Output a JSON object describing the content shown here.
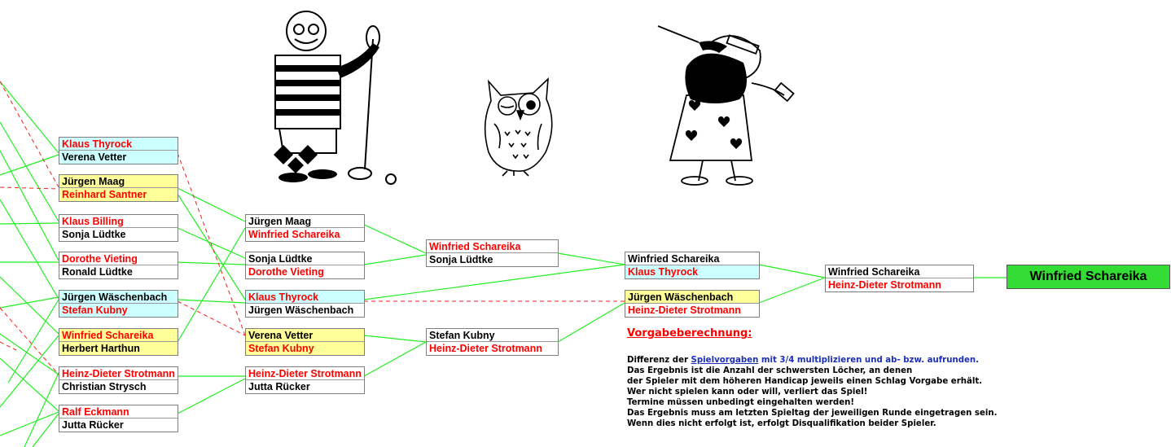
{
  "round1": [
    {
      "p1": "Klaus Thyrock",
      "p2": "Verena Vetter",
      "c1": "red",
      "c2": "blk",
      "bg": "cyan"
    },
    {
      "p1": "Jürgen Maag",
      "p2": "Reinhard Santner",
      "c1": "blk",
      "c2": "red",
      "bg": "yellow"
    },
    {
      "p1": "Klaus Billing",
      "p2": "Sonja Lüdtke",
      "c1": "red",
      "c2": "blk",
      "bg": "white"
    },
    {
      "p1": "Dorothe Vieting",
      "p2": "Ronald Lüdtke",
      "c1": "red",
      "c2": "blk",
      "bg": "white"
    },
    {
      "p1": "Jürgen Wäschenbach",
      "p2": "Stefan Kubny",
      "c1": "blk",
      "c2": "red",
      "bg": "cyan"
    },
    {
      "p1": "Winfried Schareika",
      "p2": "Herbert Harthun",
      "c1": "red",
      "c2": "blk",
      "bg": "yellow"
    },
    {
      "p1": "Heinz-Dieter Strotmann",
      "p2": "Christian Strysch",
      "c1": "red",
      "c2": "blk",
      "bg": "white"
    },
    {
      "p1": "Ralf Eckmann",
      "p2": "Jutta Rücker",
      "c1": "red",
      "c2": "blk",
      "bg": "white"
    }
  ],
  "round2": [
    {
      "p1": "Jürgen Maag",
      "p2": "Winfried Schareika",
      "c1": "blk",
      "c2": "red",
      "bg": "white"
    },
    {
      "p1": "Sonja Lüdtke",
      "p2": "Dorothe Vieting",
      "c1": "blk",
      "c2": "red",
      "bg": "white"
    },
    {
      "p1": "Klaus Thyrock",
      "p2": "Jürgen Wäschenbach",
      "c1": "red",
      "c2": "blk",
      "bg": "cyan"
    },
    {
      "p1": "Verena Vetter",
      "p2": "Stefan Kubny",
      "c1": "blk",
      "c2": "red",
      "bg": "yellow"
    },
    {
      "p1": "Heinz-Dieter Strotmann",
      "p2": "Jutta Rücker",
      "c1": "red",
      "c2": "blk",
      "bg": "white"
    }
  ],
  "round3": [
    {
      "p1": "Winfried Schareika",
      "p2": "Sonja Lüdtke",
      "c1": "red",
      "c2": "blk",
      "bg": "white"
    },
    {
      "p1": "Stefan Kubny",
      "p2": "Heinz-Dieter Strotmann",
      "c1": "blk",
      "c2": "red",
      "bg": "white"
    }
  ],
  "round4": [
    {
      "p1": "Winfried Schareika",
      "p2": "Klaus Thyrock",
      "c1": "blk",
      "c2": "red",
      "bg": "cyan"
    },
    {
      "p1": "Jürgen Wäschenbach",
      "p2": "Heinz-Dieter Strotmann",
      "c1": "blk",
      "c2": "red",
      "bg": "yellow"
    }
  ],
  "final": {
    "p1": "Winfried Schareika",
    "p2": "Heinz-Dieter Strotmann",
    "c1": "blk",
    "c2": "red",
    "bg": "white"
  },
  "winner": "Winfried Schareika",
  "rules": {
    "title": "Vorgabeberechnung:",
    "line1_pre": "Differenz der ",
    "line1_link": "Spielvorgaben",
    "line1_post": " mit 3/4 multiplizieren und ab- bzw. aufrunden.",
    "lines": [
      "Das Ergebnis ist die Anzahl der schwersten Löcher, an denen",
      "der Spieler mit dem höheren Handicap jeweils einen Schlag Vorgabe erhält.",
      "Wer nicht spielen kann oder will, verliert das Spiel!",
      "Termine müssen unbedingt eingehalten werden!",
      "Das Ergebnis muss am letzten Spieltag der jeweiligen Runde eingetragen sein.",
      "Wenn dies nicht erfolgt ist, erfolgt Disqualifikation beider Spieler."
    ]
  },
  "colors": {
    "line": "#22ee22",
    "dash": "#ee2222",
    "cyan": "#ccffff",
    "yellow": "#ffff99",
    "winner": "#33dd33"
  },
  "illustrations": [
    "male-golfer-cartoon",
    "owl-cartoon",
    "female-golfer-cartoon"
  ]
}
